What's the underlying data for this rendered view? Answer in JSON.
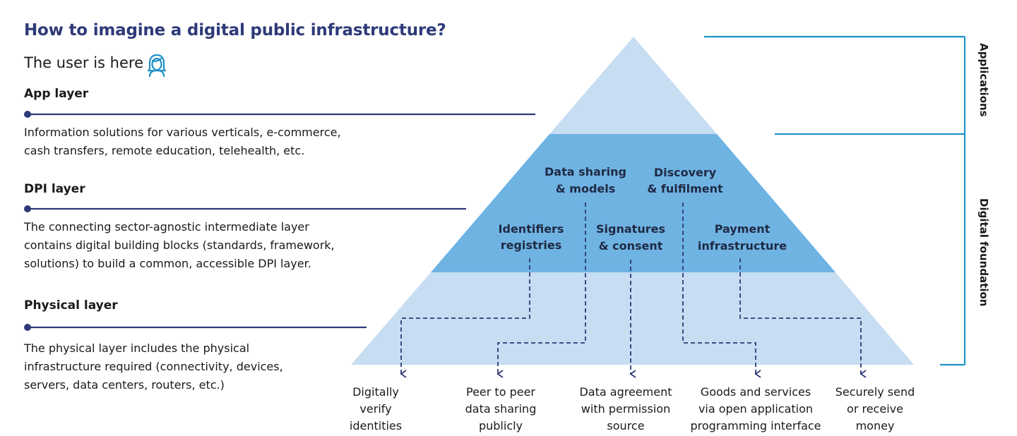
{
  "title": "How to imagine a digital public infrastructure?",
  "user_line": "The user is here",
  "user_icon": "user-woman-icon",
  "layers": [
    {
      "title": "App layer",
      "desc": [
        "Information solutions for various verticals, e-commerce,",
        "cash transfers, remote education, telehealth, etc."
      ]
    },
    {
      "title": "DPI layer",
      "desc": [
        "The connecting sector-agnostic intermediate layer",
        "contains digital building blocks (standards, framework,",
        "solutions) to build a common, accessible DPI layer."
      ]
    },
    {
      "title": "Physical layer",
      "desc": [
        "The physical layer includes the physical",
        "infrastructure required (connectivity, devices,",
        "servers, data centers, routers, etc.)"
      ]
    }
  ],
  "brackets": {
    "applications": "Applications",
    "digital_foundation": "Digital foundation"
  },
  "building_blocks": [
    [
      "Data sharing",
      "& models"
    ],
    [
      "Discovery",
      "& fulfilment"
    ],
    [
      "Identifiers",
      "registries"
    ],
    [
      "Signatures",
      "& consent"
    ],
    [
      "Payment",
      "infrastructure"
    ]
  ],
  "outcomes": [
    [
      "Digitally",
      "verify",
      "identities"
    ],
    [
      "Peer to peer",
      "data sharing",
      "publicly"
    ],
    [
      "Data agreement",
      "with permission",
      "source"
    ],
    [
      "Goods and services",
      "via open application",
      "programming interface"
    ],
    [
      "Securely send",
      "or receive",
      "money"
    ]
  ],
  "colors": {
    "title": "#2e3a78",
    "navy_line": "#2e3a78",
    "pyramid_light": "#c7ddf2",
    "pyramid_mid": "#6fb3e3",
    "bracket": "#1e90c8",
    "icon": "#1e90c8"
  }
}
